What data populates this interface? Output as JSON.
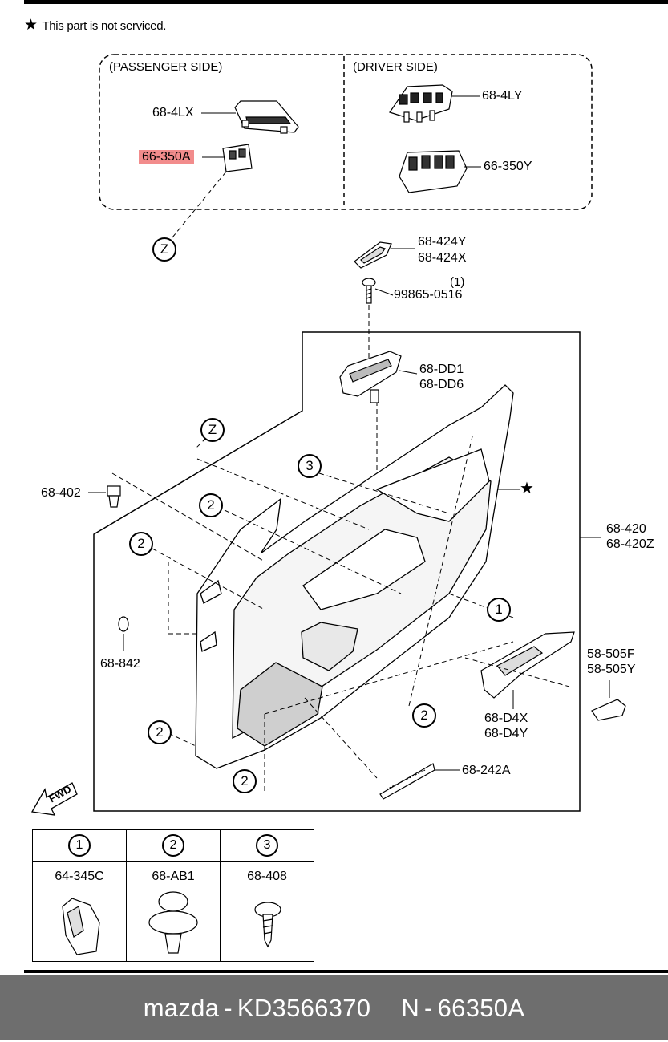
{
  "note": {
    "symbol": "★",
    "text": "This part is not serviced."
  },
  "sections": {
    "passenger": "(PASSENGER SIDE)",
    "driver": "(DRIVER SIDE)"
  },
  "parts": {
    "p68_4lx": "68-4LX",
    "p66_350a": "66-350A",
    "p68_4ly": "68-4LY",
    "p66_350y": "66-350Y",
    "p68_424y": "68-424Y",
    "p68_424x": "68-424X",
    "p99865_qty": "(1)",
    "p99865": "99865-0516",
    "p68_dd1": "68-DD1",
    "p68_dd6": "68-DD6",
    "p68_402": "68-402",
    "p68_420": "68-420",
    "p68_420z": "68-420Z",
    "p68_842": "68-842",
    "p58_505f": "58-505F",
    "p58_505y": "58-505Y",
    "p68_d4x": "68-D4X",
    "p68_d4y": "68-D4Y",
    "p68_242a": "68-242A"
  },
  "markers": {
    "z": "Z",
    "one": "1",
    "two": "2",
    "three": "3",
    "star": "★"
  },
  "fwd": "FWD",
  "highlight_color": "#f28c8c",
  "legend": [
    {
      "num": "1",
      "code": "64-345C"
    },
    {
      "num": "2",
      "code": "68-AB1"
    },
    {
      "num": "3",
      "code": "68-408"
    }
  ],
  "banner": {
    "brand": "mazda",
    "sep1": "-",
    "part_no": "KD3566370",
    "variant": "N",
    "sep2": "-",
    "ref": "66350A"
  }
}
